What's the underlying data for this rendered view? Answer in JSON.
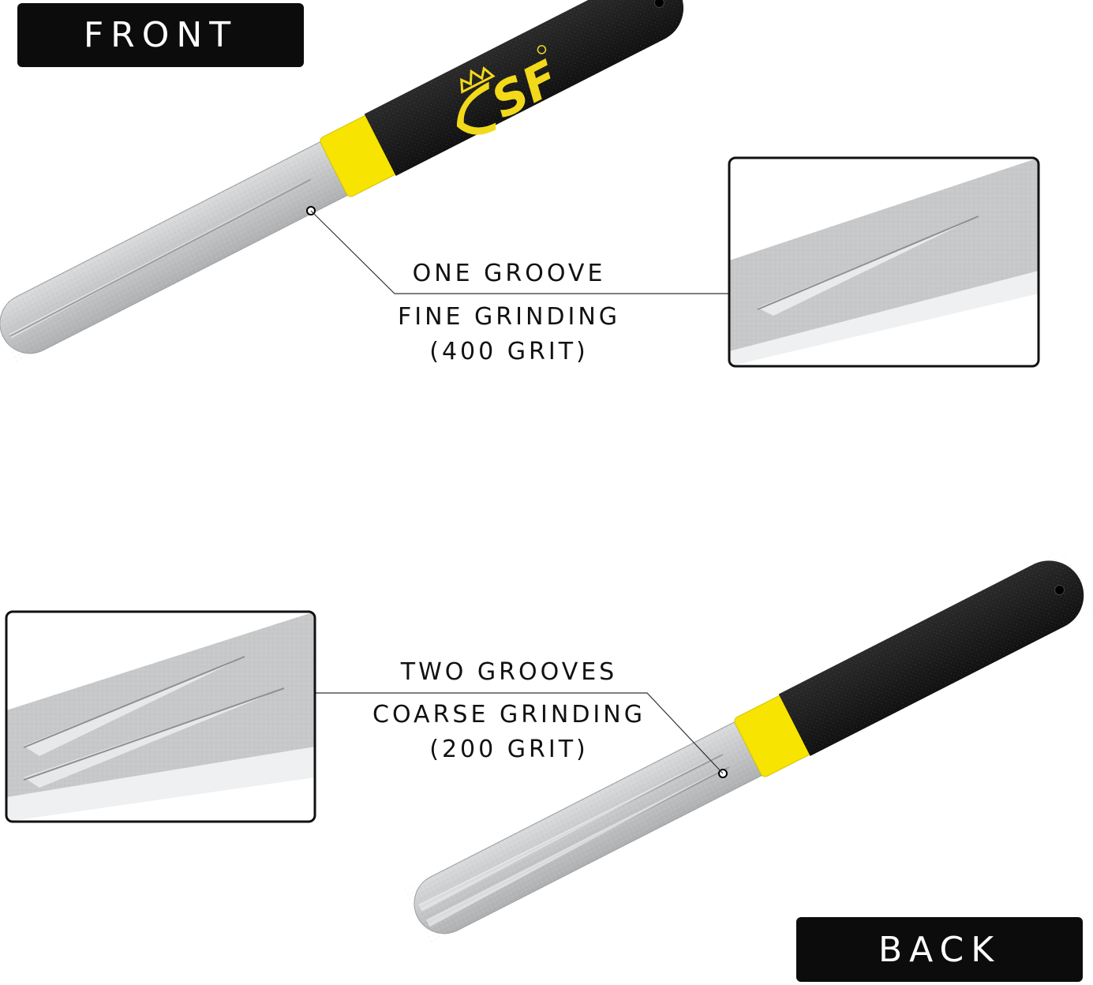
{
  "badges": {
    "front": "FRONT",
    "back": "BACK"
  },
  "front_callout": {
    "line1": "ONE GROOVE",
    "line2": "FINE GRINDING",
    "line3": "(400 GRIT)"
  },
  "back_callout": {
    "line1": "TWO GROOVES",
    "line2": "COARSE GRINDING",
    "line3": "(200 GRIT)"
  },
  "logo": {
    "text": "SF",
    "mark": "registered-mark"
  },
  "colors": {
    "handle": "#1c1c1c",
    "collar": "#f7e400",
    "blade": "#c9cbcd",
    "badge": "#0c0c0c",
    "logo": "#f2d91a"
  }
}
